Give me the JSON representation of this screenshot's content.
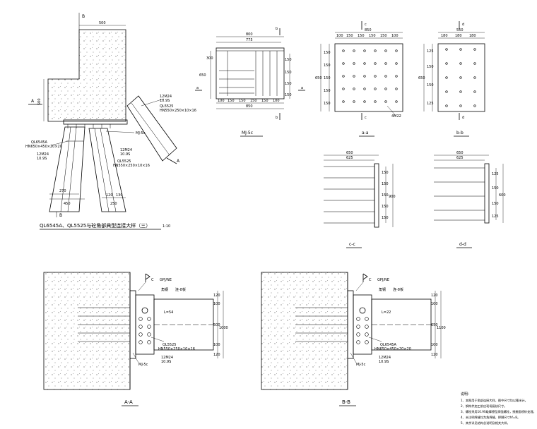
{
  "main_detail": {
    "caption": "QL6545A、QL5525与砼角部典型连接大样（三）",
    "caption_scale": "1:10",
    "label_B_top": "B",
    "label_B_bottom": "B",
    "label_A_left": "A",
    "label_A_right": "A",
    "dim_500_top": "500",
    "dim_500_left": "500",
    "note_ql5525": "QL5525",
    "note_ql5525_size": "HN550×250×10×16",
    "note_12m24a": "12M24",
    "note_109s": "10.9S",
    "note_mj": "MJ-5c",
    "note_ql6545a": "QL6545A",
    "note_ql6545a_size": "HN650×450×20×20",
    "note_12m24b": "12M24",
    "note_109sb": "10.9S",
    "note_12m24c": "12M24",
    "note_109sc": "10.9S",
    "note_ql5525b": "QL5525",
    "note_ql5525b_size": "HN550×250×10×16",
    "dim_270": "270",
    "dim_450": "450",
    "dim_120a": "120",
    "dim_130": "130",
    "dim_250": "250"
  },
  "mj": {
    "title": "MJ-5c",
    "label_b": "b",
    "label_a": "a",
    "dims_top": [
      "800",
      "775"
    ],
    "dims_bottom": [
      "100",
      "150",
      "150",
      "150",
      "150",
      "100"
    ],
    "dim_bottom_total": "850",
    "dims_left": [
      "300",
      "650"
    ],
    "dims_right": [
      "150",
      "150",
      "150",
      "150"
    ]
  },
  "aa": {
    "title": "a-a",
    "label_c": "c",
    "dims_top": [
      "100",
      "150",
      "150",
      "150",
      "150",
      "100"
    ],
    "dim_total": "850",
    "dims_left": [
      "150",
      "150",
      "150",
      "150",
      "150"
    ],
    "dim_side": "650",
    "note": "4M22"
  },
  "bb": {
    "title": "b-b",
    "label_d": "d",
    "dims_top": [
      "180",
      "180",
      "180"
    ],
    "dim_total": "550",
    "dims_left": [
      "125",
      "150",
      "150",
      "125"
    ],
    "dim_side": "650"
  },
  "cc": {
    "title": "c-c",
    "dims_top": [
      "650",
      "625"
    ],
    "dims_right": [
      "150",
      "150",
      "150",
      "150",
      "150"
    ],
    "dim_side": "900"
  },
  "dd": {
    "title": "d-d",
    "dims_top": [
      "650",
      "625"
    ],
    "dims_right": [
      "125",
      "150",
      "150",
      "125"
    ],
    "dim_side": "600"
  },
  "sec_aa": {
    "title": "A-A",
    "label_c": "C",
    "weld": "GPJ/NE",
    "note_top": "角钢",
    "note_top2": "连-8板",
    "note_l": "L=54",
    "note_beam": "QL5525",
    "note_beam_size": "HN550×250×10×16",
    "note_bolt": "12M24",
    "note_bolt2": "10.9S",
    "note_mj": "MJ-5c",
    "dims": [
      "120",
      "100",
      "500",
      "100",
      "120"
    ],
    "dim_total": "1000"
  },
  "sec_bb": {
    "title": "B-B",
    "label_c": "C",
    "weld": "GPJ/NE",
    "note_top": "角钢",
    "note_top2": "连-8板",
    "note_l": "L=22",
    "note_beam": "QL6545A",
    "note_beam_size": "HN650×450×20×20",
    "note_bolt": "12M24",
    "note_bolt2": "10.9S",
    "note_mj": "MJ-5c",
    "dims": [
      "120",
      "100",
      "650",
      "100",
      "120"
    ],
    "dim_total": "1100"
  },
  "notes": {
    "title": "说明：",
    "items": [
      "1、本图用于角部连接大样，图中尺寸均以毫米计。",
      "2、钢构件加工前应现场复核尺寸。",
      "3、螺栓采用10.9S级摩擦型高强螺栓，接触面喷砂处理。",
      "4、未注明焊缝均为角焊缝，焊脚尺寸hf=8。",
      "5、其余详见结构总说明及相关大样。"
    ]
  }
}
